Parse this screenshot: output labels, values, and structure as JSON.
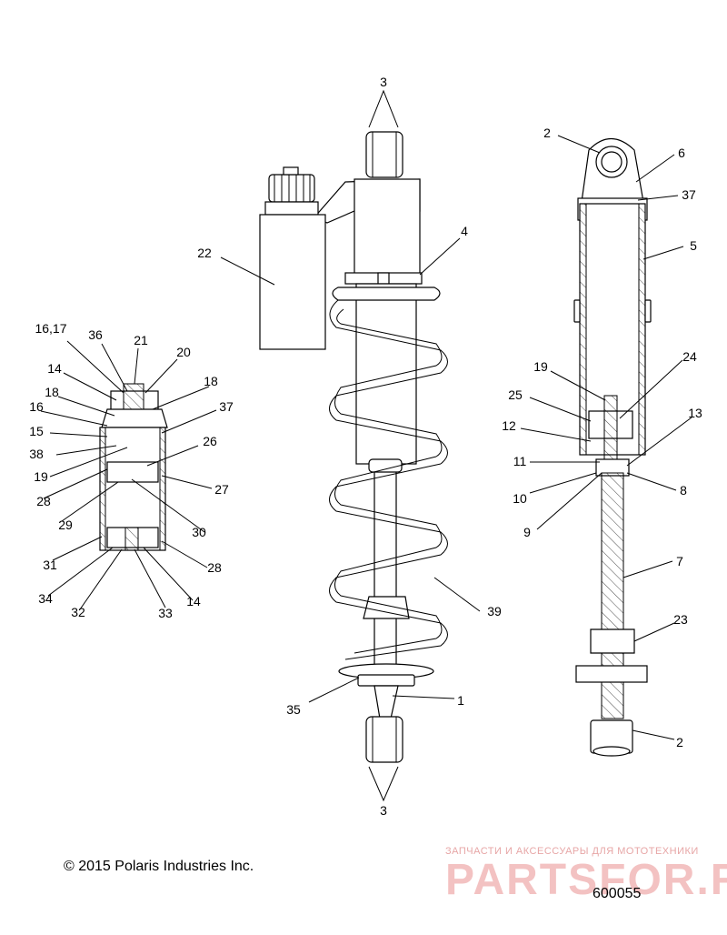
{
  "diagram": {
    "copyright": "© 2015 Polaris Industries Inc.",
    "diagram_number": "600055",
    "watermark": {
      "tagline": "ЗАПЧАСТИ И АКСЕССУАРЫ ДЛЯ МОТОТЕХНИКИ",
      "brand": "PARTSFOR.RU"
    },
    "callouts": {
      "c1": "1",
      "c2a": "2",
      "c2b": "2",
      "c3a": "3",
      "c3b": "3",
      "c4": "4",
      "c5": "5",
      "c6": "6",
      "c7": "7",
      "c8": "8",
      "c9": "9",
      "c10": "10",
      "c11": "11",
      "c12": "12",
      "c13": "13",
      "c14a": "14",
      "c14b": "14",
      "c15": "15",
      "c1617": "16,17",
      "c16": "16",
      "c18a": "18",
      "c18b": "18",
      "c19a": "19",
      "c19b": "19",
      "c20": "20",
      "c21": "21",
      "c22": "22",
      "c23": "23",
      "c24": "24",
      "c25": "25",
      "c26": "26",
      "c27": "27",
      "c28a": "28",
      "c28b": "28",
      "c29": "29",
      "c30": "30",
      "c31": "31",
      "c32": "32",
      "c33": "33",
      "c34": "34",
      "c35": "35",
      "c36": "36",
      "c37a": "37",
      "c37b": "37",
      "c38": "38",
      "c39": "39"
    }
  }
}
